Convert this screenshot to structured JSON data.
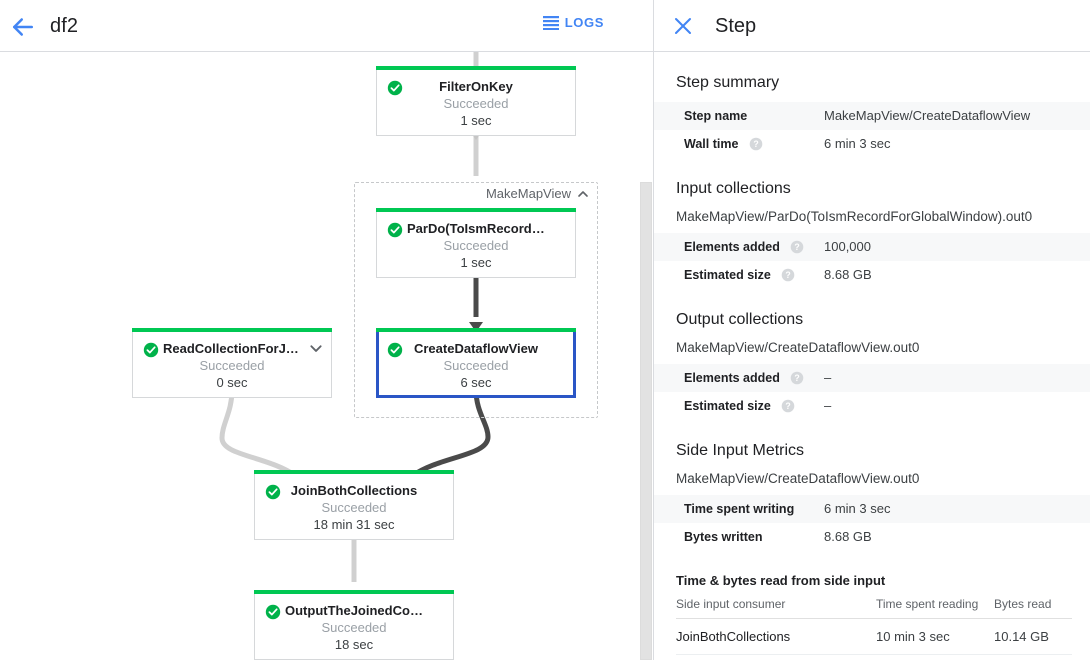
{
  "toolbar": {
    "back_icon": "arrow-left-icon",
    "job_title": "df2",
    "logs_label": "LOGS",
    "logs_icon": "logs-list-icon"
  },
  "graph": {
    "group": {
      "label": "MakeMapView",
      "collapse_icon": "chevron-up-icon"
    },
    "nodes": [
      {
        "id": "filter-on-key",
        "title": "FilterOnKey",
        "status": "Succeeded",
        "time": "1 sec",
        "status_icon": "check-circle-icon",
        "selected": false,
        "has_chevron": false
      },
      {
        "id": "pardo-toismrecord",
        "title": "ParDo(ToIsmRecordFor…",
        "status": "Succeeded",
        "time": "1 sec",
        "status_icon": "check-circle-icon",
        "selected": false,
        "has_chevron": false
      },
      {
        "id": "create-dataflow-view",
        "title": "CreateDataflowView",
        "status": "Succeeded",
        "time": "6 sec",
        "status_icon": "check-circle-icon",
        "selected": true,
        "has_chevron": false
      },
      {
        "id": "read-collection-for-join",
        "title": "ReadCollectionForJoin",
        "status": "Succeeded",
        "time": "0 sec",
        "status_icon": "check-circle-icon",
        "selected": false,
        "has_chevron": true,
        "chevron_icon": "chevron-down-icon"
      },
      {
        "id": "join-both-collections",
        "title": "JoinBothCollections",
        "status": "Succeeded",
        "time": "18 min 31 sec",
        "status_icon": "check-circle-icon",
        "selected": false,
        "has_chevron": false
      },
      {
        "id": "output-the-joined-collection",
        "title": "OutputTheJoinedCollec…",
        "status": "Succeeded",
        "time": "18 sec",
        "status_icon": "check-circle-icon",
        "selected": false,
        "has_chevron": false
      }
    ],
    "colors": {
      "success_bar": "#00c853",
      "selected_border": "#2a56c6",
      "edge_light": "#d0d0d0",
      "edge_dark": "#4a4a4a"
    }
  },
  "panel": {
    "close_icon": "close-x-icon",
    "title": "Step",
    "step_summary": {
      "heading": "Step summary",
      "rows": [
        {
          "key": "Step name",
          "value": "MakeMapView/CreateDataflowView",
          "help": false
        },
        {
          "key": "Wall time",
          "value": "6 min 3 sec",
          "help": true
        }
      ]
    },
    "input_collections": {
      "heading": "Input collections",
      "name": "MakeMapView/ParDo(ToIsmRecordForGlobalWindow).out0",
      "rows": [
        {
          "key": "Elements added",
          "value": "100,000",
          "help": true
        },
        {
          "key": "Estimated size",
          "value": "8.68 GB",
          "help": true
        }
      ]
    },
    "output_collections": {
      "heading": "Output collections",
      "name": "MakeMapView/CreateDataflowView.out0",
      "rows": [
        {
          "key": "Elements added",
          "value": "–",
          "help": true
        },
        {
          "key": "Estimated size",
          "value": "–",
          "help": true
        }
      ]
    },
    "side_input_metrics": {
      "heading": "Side Input Metrics",
      "name": "MakeMapView/CreateDataflowView.out0",
      "rows": [
        {
          "key": "Time spent writing",
          "value": "6 min 3 sec",
          "help": false
        },
        {
          "key": "Bytes written",
          "value": "8.68 GB",
          "help": false
        }
      ],
      "table_title": "Time & bytes read from side input",
      "columns": [
        "Side input consumer",
        "Time spent reading",
        "Bytes read"
      ],
      "table_rows": [
        [
          "JoinBothCollections",
          "10 min 3 sec",
          "10.14 GB"
        ]
      ]
    }
  }
}
